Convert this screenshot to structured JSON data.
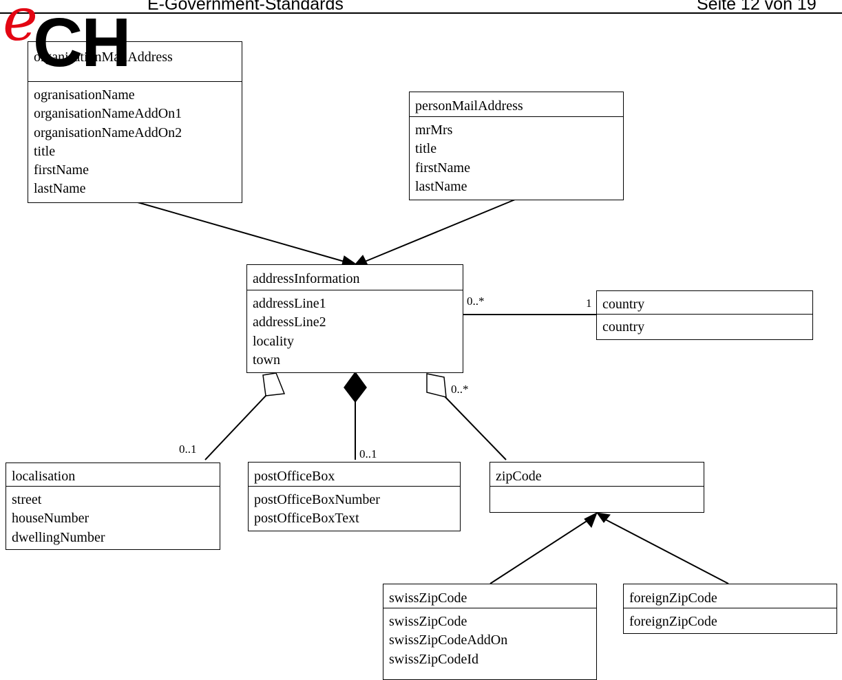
{
  "header": {
    "title": "E-Government-Standards",
    "page": "Seite 12 von 19"
  },
  "logo": {
    "e": "e",
    "ch": "CH",
    "color_e": "#e30613",
    "color_ch": "#000000"
  },
  "classes": {
    "organisationMailAddress": {
      "name": "organisationMailAddress",
      "attributes": [
        "ogranisationName",
        "organisationNameAddOn1",
        "organisationNameAddOn2",
        "title",
        "firstName",
        "lastName"
      ]
    },
    "personMailAddress": {
      "name": "personMailAddress",
      "attributes": [
        "mrMrs",
        "title",
        "firstName",
        "lastName"
      ]
    },
    "addressInformation": {
      "name": "addressInformation",
      "attributes": [
        "addressLine1",
        "addressLine2",
        "locality",
        "town"
      ]
    },
    "country": {
      "name": "country",
      "attributes": [
        "country"
      ]
    },
    "localisation": {
      "name": "localisation",
      "attributes": [
        "street",
        "houseNumber",
        "dwellingNumber"
      ]
    },
    "postOfficeBox": {
      "name": "postOfficeBox",
      "attributes": [
        "postOfficeBoxNumber",
        "postOfficeBoxText"
      ]
    },
    "zipCode": {
      "name": "zipCode",
      "attributes": []
    },
    "swissZipCode": {
      "name": "swissZipCode",
      "attributes": [
        "swissZipCode",
        "swissZipCodeAddOn",
        "swissZipCodeId"
      ]
    },
    "foreignZipCode": {
      "name": "foreignZipCode",
      "attributes": [
        "foreignZipCode"
      ]
    }
  },
  "multiplicities": {
    "address_country_source": "0..*",
    "address_country_target": "1",
    "address_localisation": "0..1",
    "address_postOfficeBox": "0..1",
    "address_zipCode": "0..*"
  }
}
